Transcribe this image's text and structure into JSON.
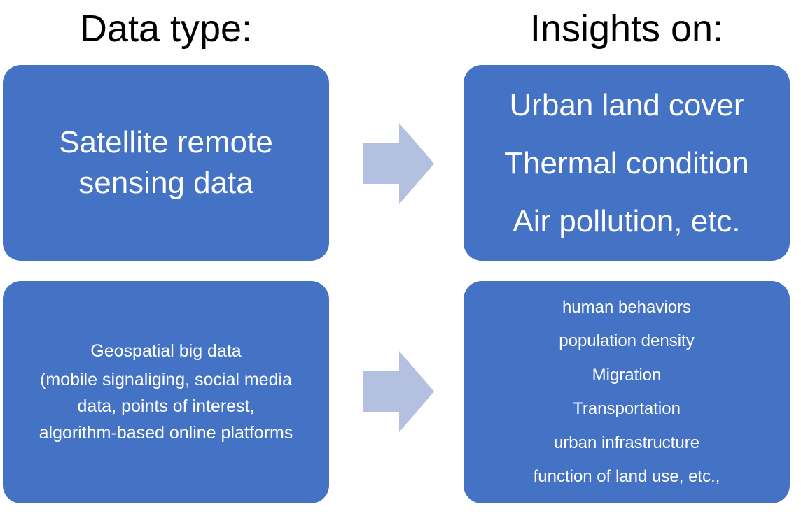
{
  "headers": {
    "left": "Data type:",
    "right": "Insights on:"
  },
  "rows": [
    {
      "data_type": {
        "lines": [
          "Satellite remote",
          "sensing data"
        ]
      },
      "insights": {
        "lines": [
          "Urban land cover",
          "Thermal condition",
          "Air pollution, etc."
        ]
      }
    },
    {
      "data_type": {
        "title": "Geospatial big data",
        "lines": [
          "(mobile signaliging, social media",
          "data, points of interest,",
          "algorithm-based online platforms"
        ]
      },
      "insights": {
        "lines": [
          "human behaviors",
          "population density",
          "Migration",
          "Transportation",
          "urban infrastructure",
          "function of land use, etc.,"
        ]
      }
    }
  ],
  "colors": {
    "box_fill": "#4472c4",
    "arrow_fill": "#b4c0e0",
    "box_text": "#ffffff",
    "header_text": "#000000"
  },
  "icons": {
    "arrow": "right-arrow-icon"
  }
}
